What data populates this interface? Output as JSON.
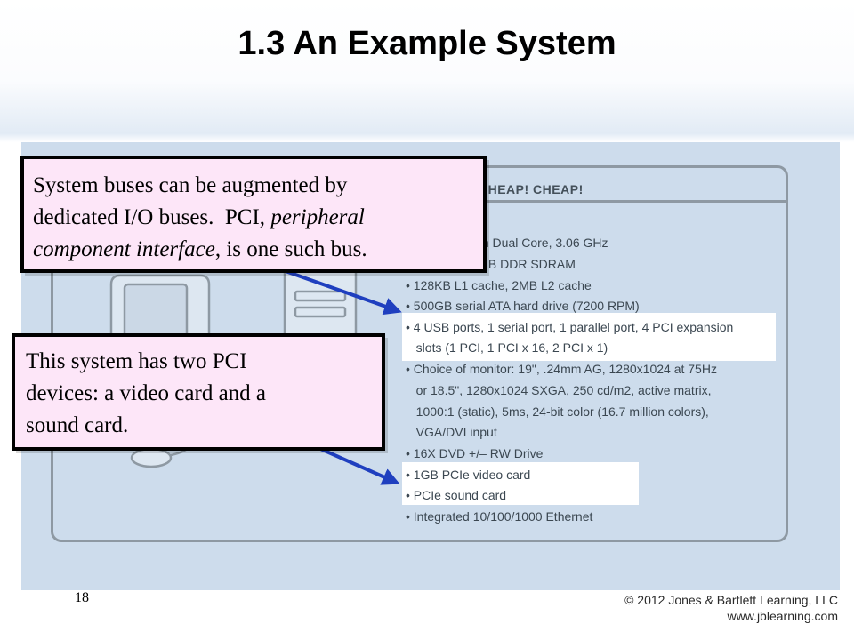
{
  "slide": {
    "title": "1.3 An Example System",
    "page_number": "18",
    "copyright_line1": "© 2012 Jones & Bartlett Learning, LLC",
    "copyright_line2": "www.jblearning.com"
  },
  "ad": {
    "header_text": "CHEAP! CHEAP!",
    "spec_lines": [
      "m Dual Core, 3.06 GHz",
      "GB DDR SDRAM",
      "• 128KB L1 cache, 2MB L2 cache",
      "• 500GB serial ATA hard drive (7200 RPM)",
      "• 4 USB ports, 1 serial port, 1 parallel port, 4 PCI expansion",
      "   slots (1 PCI, 1 PCI x 16, 2 PCI x 1)",
      "• Choice of monitor: 19\", .24mm AG, 1280x1024 at 75Hz",
      "   or 18.5\", 1280x1024 SXGA, 250 cd/m2, active matrix,",
      "   1000:1 (static), 5ms, 24-bit color (16.7 million colors),",
      "   VGA/DVI input",
      "• 16X DVD +/– RW Drive",
      "• 1GB PCIe video card",
      "• PCIe sound card",
      "• Integrated 10/100/1000 Ethernet"
    ]
  },
  "callouts": {
    "first": {
      "line1": "System buses can be augmented by",
      "line2_a": "dedicated I/O buses.  PCI, ",
      "line2_b": "peripheral",
      "line3_a": "component interface",
      "line3_b": ", is one such bus."
    },
    "second": {
      "line1": "This system has two PCI",
      "line2": "devices: a video card and a",
      "line3": "sound card."
    }
  },
  "colors": {
    "panel": "#cddcec",
    "callout_fill": "#fde6f8",
    "arrow": "#1f3fbf",
    "ad_border": "#8e99a3"
  }
}
